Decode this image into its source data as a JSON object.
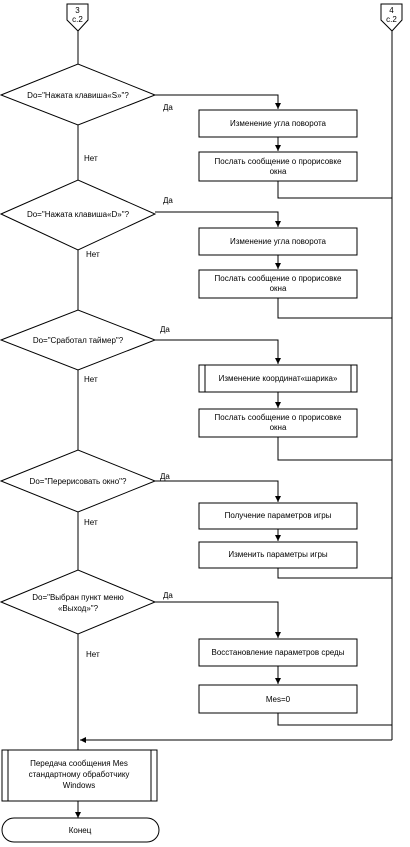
{
  "connectors": [
    {
      "top": "3",
      "bottom": "с.2"
    },
    {
      "top": "4",
      "bottom": "с.2"
    }
  ],
  "decisions": [
    {
      "lines": [
        "Do=\"Нажата клавиша«S»\"?"
      ],
      "yes": "Да",
      "no": "Нет"
    },
    {
      "lines": [
        "Do=\"Нажата клавиша«D»\"?"
      ],
      "yes": "Да",
      "no": "Нет"
    },
    {
      "lines": [
        "Do=\"Сработал таймер\"?"
      ],
      "yes": "Да",
      "no": "Нет"
    },
    {
      "lines": [
        "Do=\"Перерисовать окно\"?"
      ],
      "yes": "Да",
      "no": "Нет"
    },
    {
      "lines": [
        "Do=\"Выбран пункт меню",
        "«Выход»\"?"
      ],
      "yes": "Да",
      "no": "Нет"
    }
  ],
  "processes": [
    {
      "lines": [
        "Изменение угла поворота"
      ]
    },
    {
      "lines": [
        "Послать сообщение о прорисовке",
        "окна"
      ]
    },
    {
      "lines": [
        "Изменение угла поворота"
      ]
    },
    {
      "lines": [
        "Послать сообщение о прорисовке",
        "окна"
      ]
    },
    {
      "lines": [
        "Изменение координат«шарика»"
      ],
      "predefined": true
    },
    {
      "lines": [
        "Послать сообщение о прорисовке",
        "окна"
      ]
    },
    {
      "lines": [
        "Получение параметров игры"
      ]
    },
    {
      "lines": [
        "Изменить параметры игры"
      ]
    },
    {
      "lines": [
        "Восстановление параметров среды"
      ]
    },
    {
      "lines": [
        "Mes=0"
      ]
    }
  ],
  "final_process": {
    "lines": [
      "Передача сообщения Mes",
      "стандартному обработчику",
      "Windows"
    ]
  },
  "terminator": {
    "label": "Конец"
  }
}
